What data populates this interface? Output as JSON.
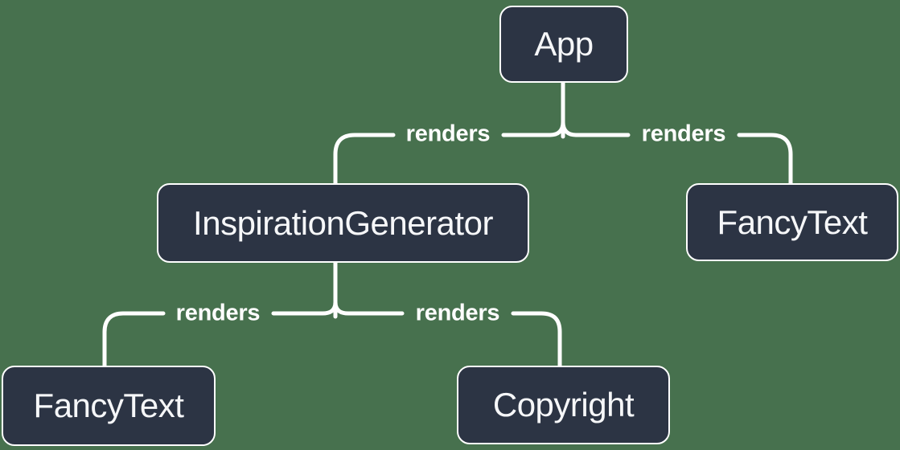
{
  "diagram": {
    "type": "tree",
    "background_color": "#47714E",
    "node_fill_color": "#2C3444",
    "node_border_color": "#FFFFFF",
    "node_text_color": "#F6F7F9",
    "edge_line_color": "#FFFFFF",
    "edge_label_text": "renders",
    "nodes": [
      {
        "id": "app",
        "label": "App"
      },
      {
        "id": "inspiration-generator",
        "label": "InspirationGenerator"
      },
      {
        "id": "fancy-text-top",
        "label": "FancyText"
      },
      {
        "id": "fancy-text-bottom",
        "label": "FancyText"
      },
      {
        "id": "copyright",
        "label": "Copyright"
      }
    ],
    "edges": [
      {
        "from": "App",
        "to": "InspirationGenerator",
        "label": "renders"
      },
      {
        "from": "App",
        "to": "FancyText",
        "label": "renders"
      },
      {
        "from": "InspirationGenerator",
        "to": "FancyText",
        "label": "renders"
      },
      {
        "from": "InspirationGenerator",
        "to": "Copyright",
        "label": "renders"
      }
    ]
  }
}
